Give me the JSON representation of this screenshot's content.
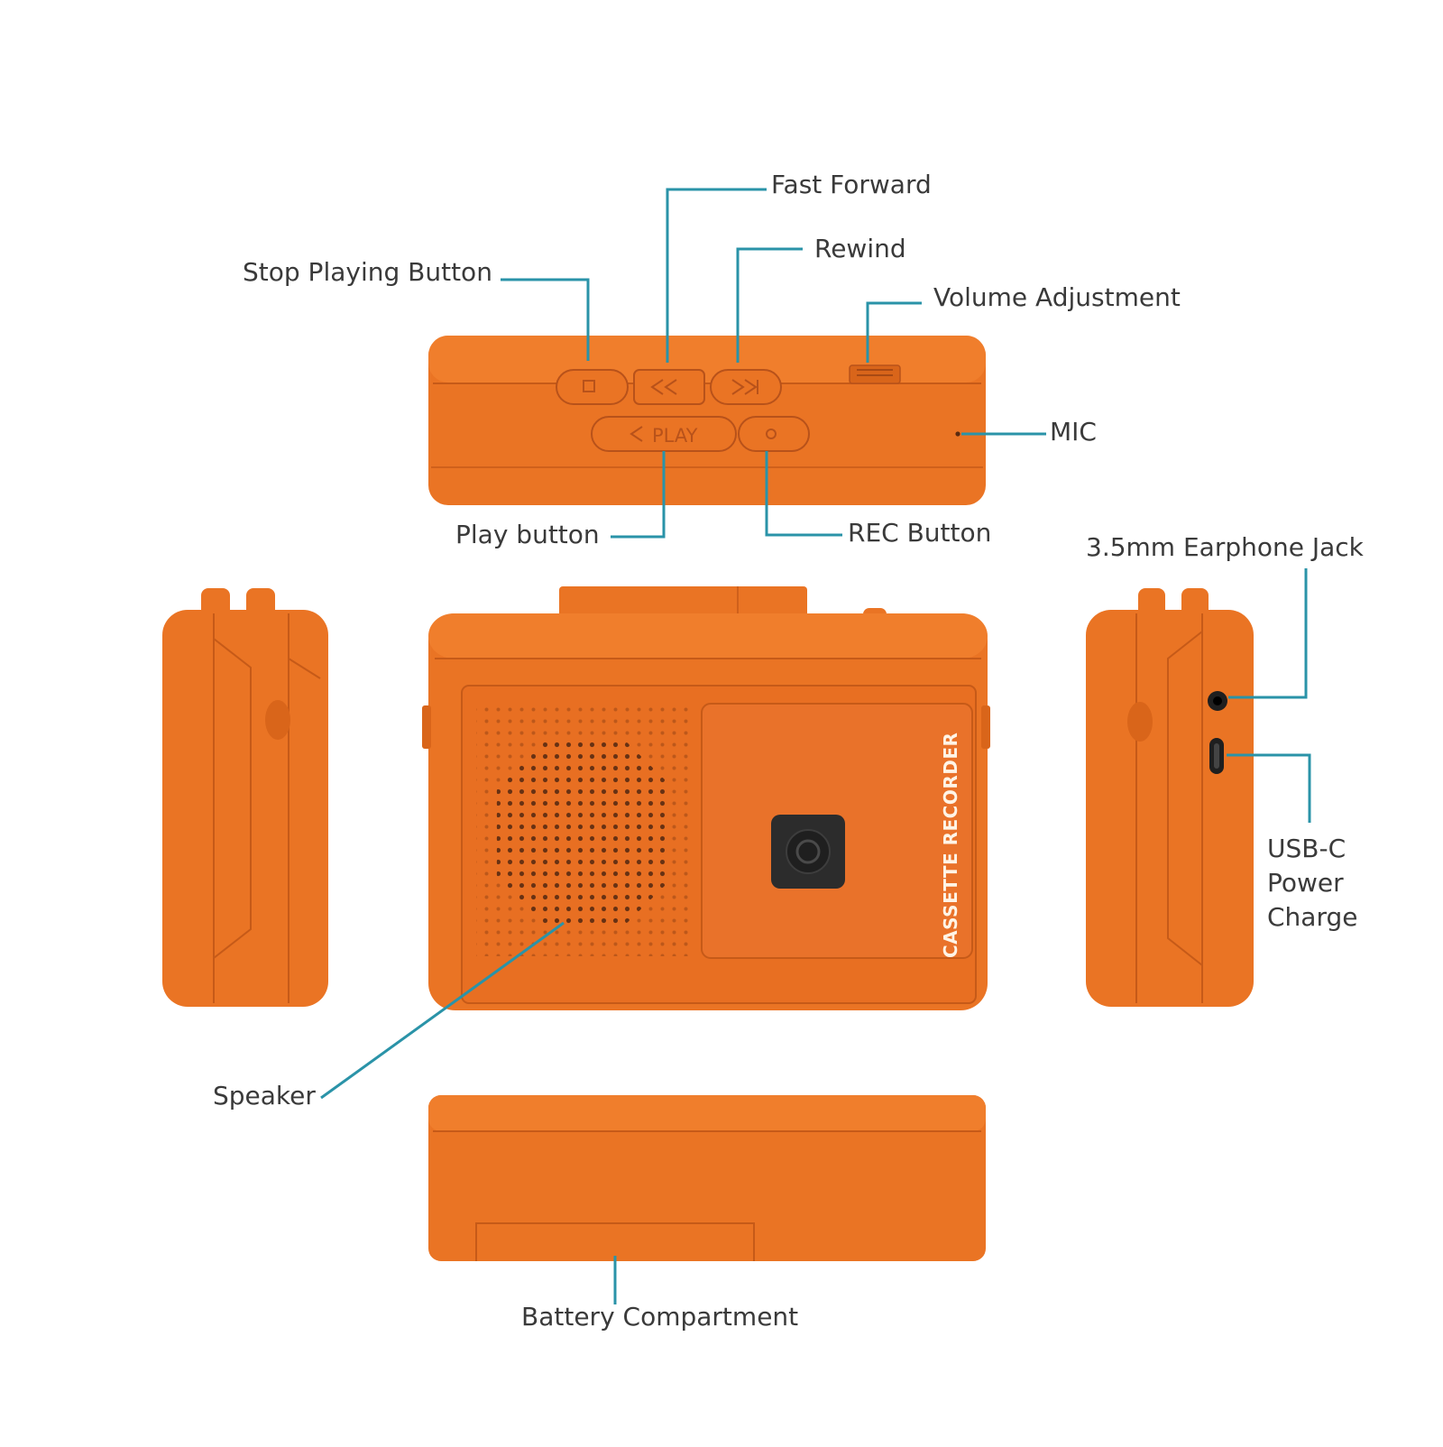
{
  "colors": {
    "body": "#ea7424",
    "body_shade": "#d9651a",
    "edge": "#c65a18",
    "leader": "#2a93a8",
    "label_text": "#3a3a3a",
    "lens_box": "#2c2c2c"
  },
  "device": {
    "side_text": "CASSETTE RECORDER",
    "play_label": "PLAY"
  },
  "labels": {
    "fast_forward": "Fast Forward",
    "rewind": "Rewind",
    "stop_playing": "Stop Playing Button",
    "volume": "Volume Adjustment",
    "mic": "MIC",
    "play_button": "Play button",
    "rec_button": "REC Button",
    "earphone_jack": "3.5mm Earphone Jack",
    "usb_c": "USB-C\nPower\nCharge",
    "speaker": "Speaker",
    "battery": "Battery Compartment"
  }
}
